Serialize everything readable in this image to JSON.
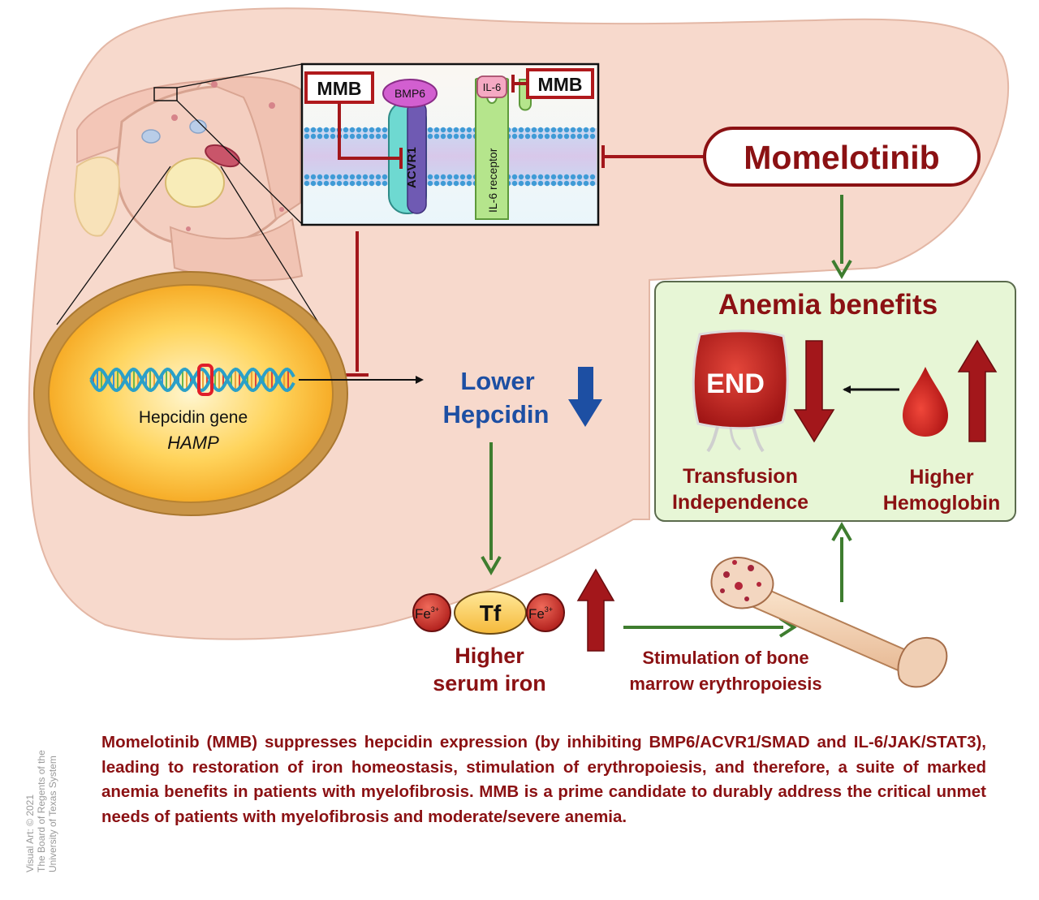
{
  "inset": {
    "mmb_left": "MMB",
    "mmb_right": "MMB",
    "bmp6": "BMP6",
    "acvr1": "ACVR1",
    "il6": "IL-6",
    "il6_receptor": "IL-6 receptor"
  },
  "drug": {
    "name": "Momelotinib"
  },
  "nucleus": {
    "gene_label": "Hepcidin gene",
    "gene_symbol": "HAMP"
  },
  "hepcidin": {
    "line1": "Lower",
    "line2": "Hepcidin"
  },
  "anemia": {
    "title": "Anemia benefits",
    "bag_label": "END",
    "transfusion_line1": "Transfusion",
    "transfusion_line2": "Independence",
    "hemoglobin_line1": "Higher",
    "hemoglobin_line2": "Hemoglobin"
  },
  "iron": {
    "fe_left": "Fe",
    "fe_left_charge": "3+",
    "tf": "Tf",
    "fe_right": "Fe",
    "fe_right_charge": "3+",
    "label_line1": "Higher",
    "label_line2": "serum iron"
  },
  "bone": {
    "line1": "Stimulation of bone",
    "line2": "marrow erythropoiesis"
  },
  "caption": "Momelotinib (MMB) suppresses hepcidin expression (by inhibiting BMP6/ACVR1/SMAD and IL-6/JAK/STAT3), leading to restoration of iron homeostasis, stimulation of erythropoiesis, and therefore, a suite of marked anemia benefits in patients with myelofibrosis. MMB is a prime candidate to durably address the critical unmet needs of patients with myelofibrosis and moderate/severe anemia.",
  "credit": {
    "line1": "Visual Art: © 2021",
    "line2": "The Board of Regents of the",
    "line3": "University of Texas System"
  },
  "colors": {
    "dark_red": "#8b1113",
    "inhibit_red": "#a3171b",
    "green_arrow": "#3e7d2f",
    "blue": "#1d4fa3",
    "liver": "#f7d9cc",
    "panel_green": "#e7f6d6"
  }
}
